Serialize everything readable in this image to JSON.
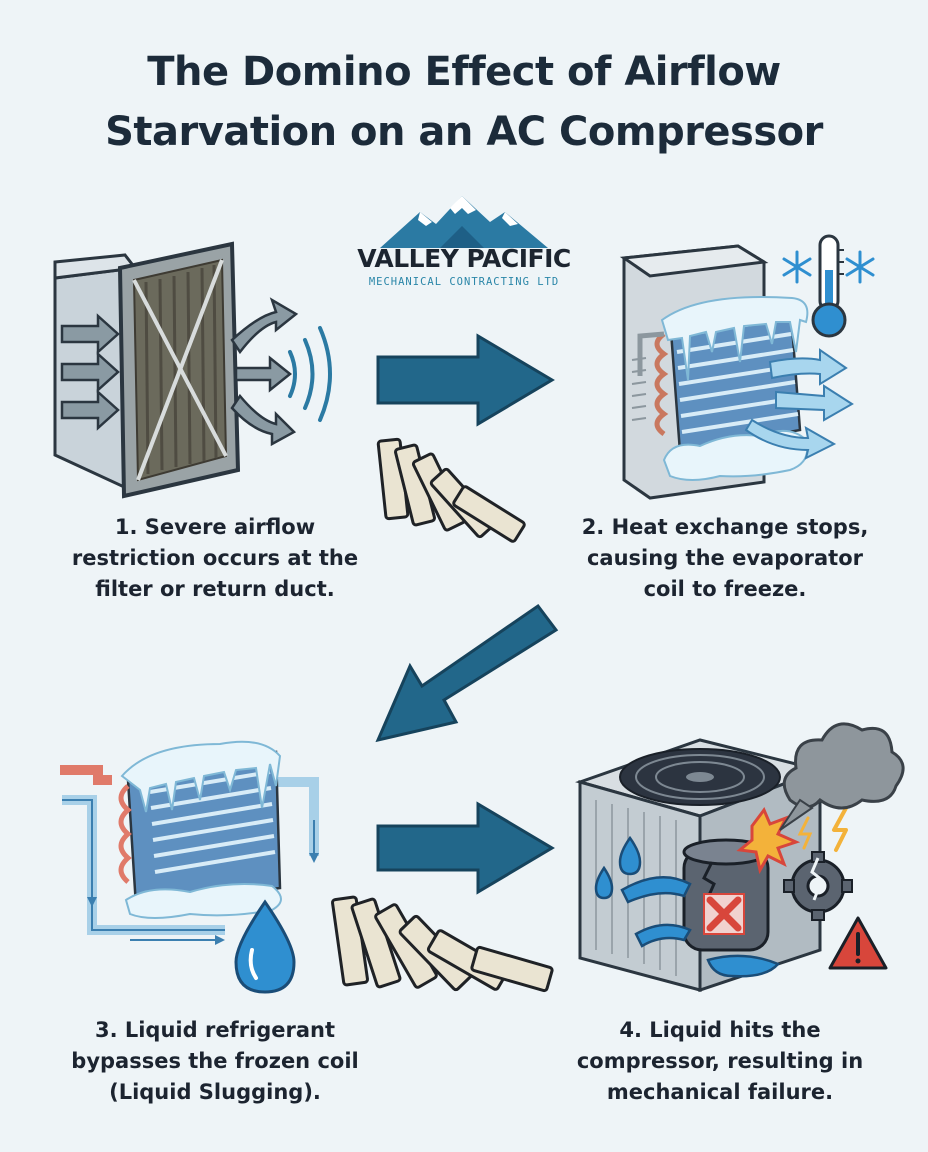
{
  "title": {
    "line1": "The Domino Effect of Airflow",
    "line2": "Starvation on an AC Compressor"
  },
  "logo": {
    "name": "VALLEY PACIFIC",
    "subtitle": "MECHANICAL CONTRACTING LTD"
  },
  "steps": [
    {
      "lines": [
        "1. Severe airflow",
        "restriction occurs at the",
        "filter or return duct."
      ],
      "icon": "clogged-filter-icon"
    },
    {
      "lines": [
        "2. Heat exchange stops,",
        "causing the evaporator",
        "coil to freeze."
      ],
      "icon": "frozen-coil-icon"
    },
    {
      "lines": [
        "3. Liquid refrigerant",
        "bypasses the frozen coil",
        "(Liquid Slugging)."
      ],
      "icon": "liquid-refrigerant-icon"
    },
    {
      "lines": [
        "4. Liquid hits the",
        "compressor, resulting in",
        "mechanical failure."
      ],
      "icon": "failed-compressor-icon"
    }
  ],
  "colors": {
    "background": "#eef4f7",
    "title": "#1c2b3a",
    "arrow": "#22678a",
    "ice": "#cfe9f5",
    "water": "#2f8fd0",
    "hot_pipe": "#e07a6a",
    "warning": "#d8463b"
  }
}
